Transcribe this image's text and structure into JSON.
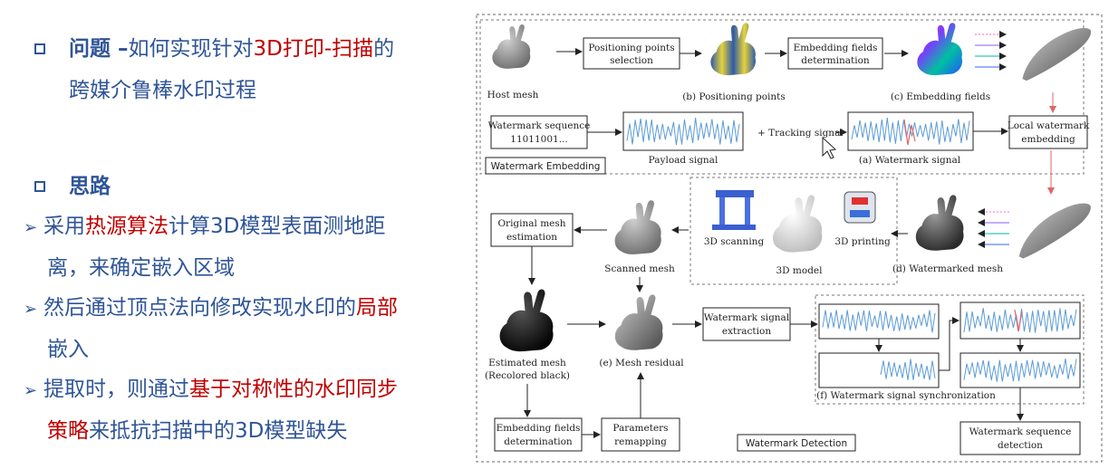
{
  "left": {
    "problem": {
      "title": "问题",
      "dash": " –",
      "text_a": "如何实现针对",
      "text_red": "3D打印-扫描",
      "text_b": "的",
      "line2": "跨媒介鲁棒水印过程"
    },
    "idea": {
      "title": "思路"
    },
    "bullets": [
      {
        "l1_a": "采用",
        "l1_red": "热源算法",
        "l1_b": "计算3D模型表面测地距",
        "l2": "离，来确定嵌入区域"
      },
      {
        "l1_a": "然后通过顶点法向修改实现水印的",
        "l1_red": "局部",
        "l2_red": "嵌入"
      },
      {
        "l1_a": "提取时，则通过",
        "l1_red": "基于对称性的水印同步",
        "l2_red": "策略",
        "l2_b": "来抵抗扫描中的3D模型缺失"
      }
    ]
  },
  "figure": {
    "embedding_title": "Watermark Embedding",
    "detection_title": "Watermark Detection",
    "host_mesh": "Host mesh",
    "positioning_box": [
      "Positioning points",
      "selection"
    ],
    "positioning_caption": "(b) Positioning points",
    "fields_box": [
      "Embedding fields",
      "determination"
    ],
    "fields_caption": "(c) Embedding fields",
    "seq_box": [
      "Watermark sequence",
      "11011001..."
    ],
    "payload_caption": "Payload signal",
    "tracking": "+ Tracking signal",
    "watermark_caption": "(a) Watermark signal",
    "local_box": [
      "Local watermark",
      "embedding"
    ],
    "scanning": "3D scanning",
    "printing": "3D printing",
    "model3d": "3D model",
    "watermarked_caption": "(d) Watermarked mesh",
    "orig_box": [
      "Original mesh",
      "estimation"
    ],
    "scanned_caption": "Scanned mesh",
    "estimated_caption": [
      "Estimated mesh",
      "(Recolored black)"
    ],
    "residual_caption": "(e) Mesh residual",
    "extract_box": [
      "Watermark signal",
      "extraction"
    ],
    "sync_caption": "(f) Watermark signal synchronization",
    "ef_box": [
      "Embedding fields",
      "determination"
    ],
    "param_box": [
      "Parameters",
      "remapping"
    ],
    "wseq_box": [
      "Watermark sequence",
      "detection"
    ]
  },
  "colors": {
    "blue": "#2f5597",
    "red": "#c00000",
    "signal": "#5b9bd5",
    "arrow_red": "#e06666"
  }
}
